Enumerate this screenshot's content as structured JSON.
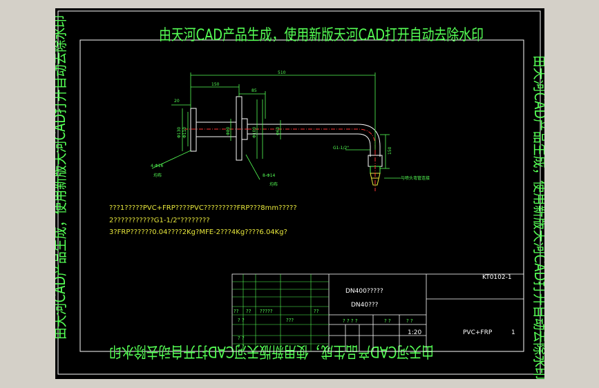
{
  "watermark": {
    "top": "由天河CAD产品生成，使用新版天河CAD打开自动去除水印",
    "bottom": "由天河CAD产品生成，使用新版天河CAD打开自动去除水印",
    "left": "由天河CAD产品生成，使用新版天河CAD打开自动去除水印",
    "right": "由天河CAD产品生成，使用新版天河CAD打开自动去除水印"
  },
  "drawing": {
    "dimensions": {
      "overall": "510",
      "d150": "150",
      "d85": "85",
      "d20": "20",
      "phi130": "Φ130",
      "phi110": "Φ110",
      "phi80": "Φ80",
      "phi100": "Φ100",
      "phi60": "Φ60",
      "d150v": "150",
      "thread": "G1-1/2\""
    },
    "annotations": {
      "holes_a": "4-Φ16",
      "holes_a_sub": "均布",
      "holes_b": "8-Φ14",
      "holes_b_sub": "均布",
      "nozzle": "与喷头弯管连接"
    }
  },
  "notes": [
    "???1?????PVC+FRP????PVC?????????FRP???8mm?????",
    "2???????????G1-1/2\"????????",
    "3?FRP??????0.04????2Kg?MFE-2???4Kg????6.04Kg?"
  ],
  "title_block": {
    "drawing_no": "KT0102-1",
    "name_line1": "DN400?????",
    "name_line2": "DN40???",
    "material": "PVC+FRP",
    "qty": "1",
    "scale": "1:20",
    "cells": {
      "r1a": "??",
      "r1b": "??",
      "r1c": "?????",
      "r1d": "??",
      "r2a": "? ?",
      "r2b": "???",
      "r3a": "? ?",
      "r3b": "? ?",
      "m1": "? ? ? ?",
      "m2": "? ?",
      "m3": "? ?"
    }
  }
}
